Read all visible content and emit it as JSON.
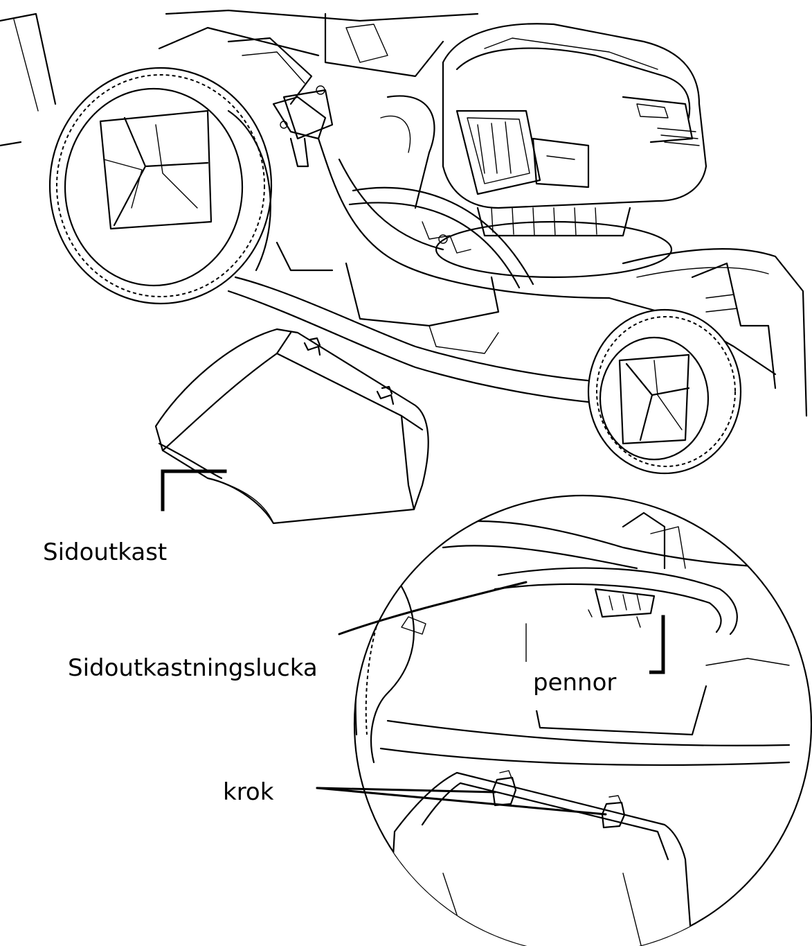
{
  "labels": {
    "side_discharge": "Sidoutkast",
    "side_discharge_flap": "Sidoutkastningslucka",
    "pins": "pennor",
    "hook": "krok"
  }
}
